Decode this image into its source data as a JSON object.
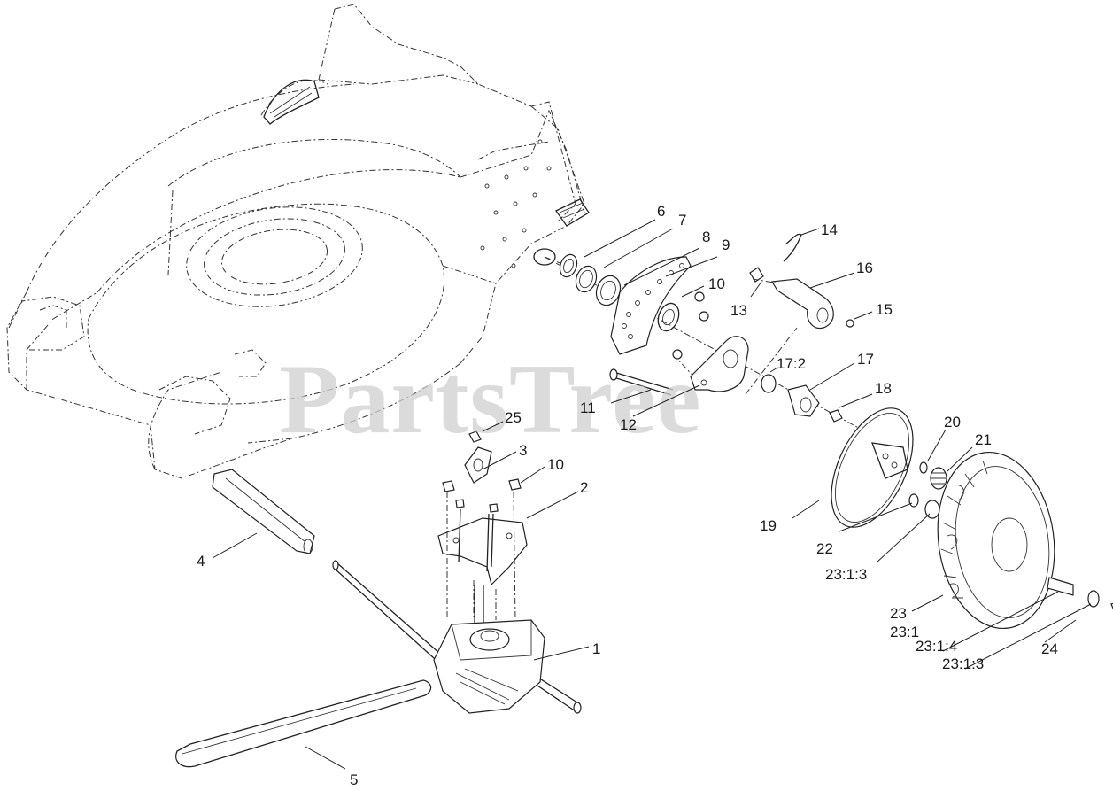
{
  "watermark": "PartsTree",
  "callouts": {
    "c1": "1",
    "c2": "2",
    "c3": "3",
    "c4": "4",
    "c5": "5",
    "c6": "6",
    "c7": "7",
    "c8": "8",
    "c9": "9",
    "c10a": "10",
    "c10b": "10",
    "c11": "11",
    "c12": "12",
    "c13": "13",
    "c14": "14",
    "c15": "15",
    "c16": "16",
    "c17": "17",
    "c17_2": "17:2",
    "c18": "18",
    "c19": "19",
    "c20": "20",
    "c21": "21",
    "c22": "22",
    "c23": "23",
    "c23_1": "23:1",
    "c23_1_3a": "23:1:3",
    "c23_1_3b": "23:1:3",
    "c23_1_4": "23:1:4",
    "c24": "24",
    "c25": "25"
  }
}
